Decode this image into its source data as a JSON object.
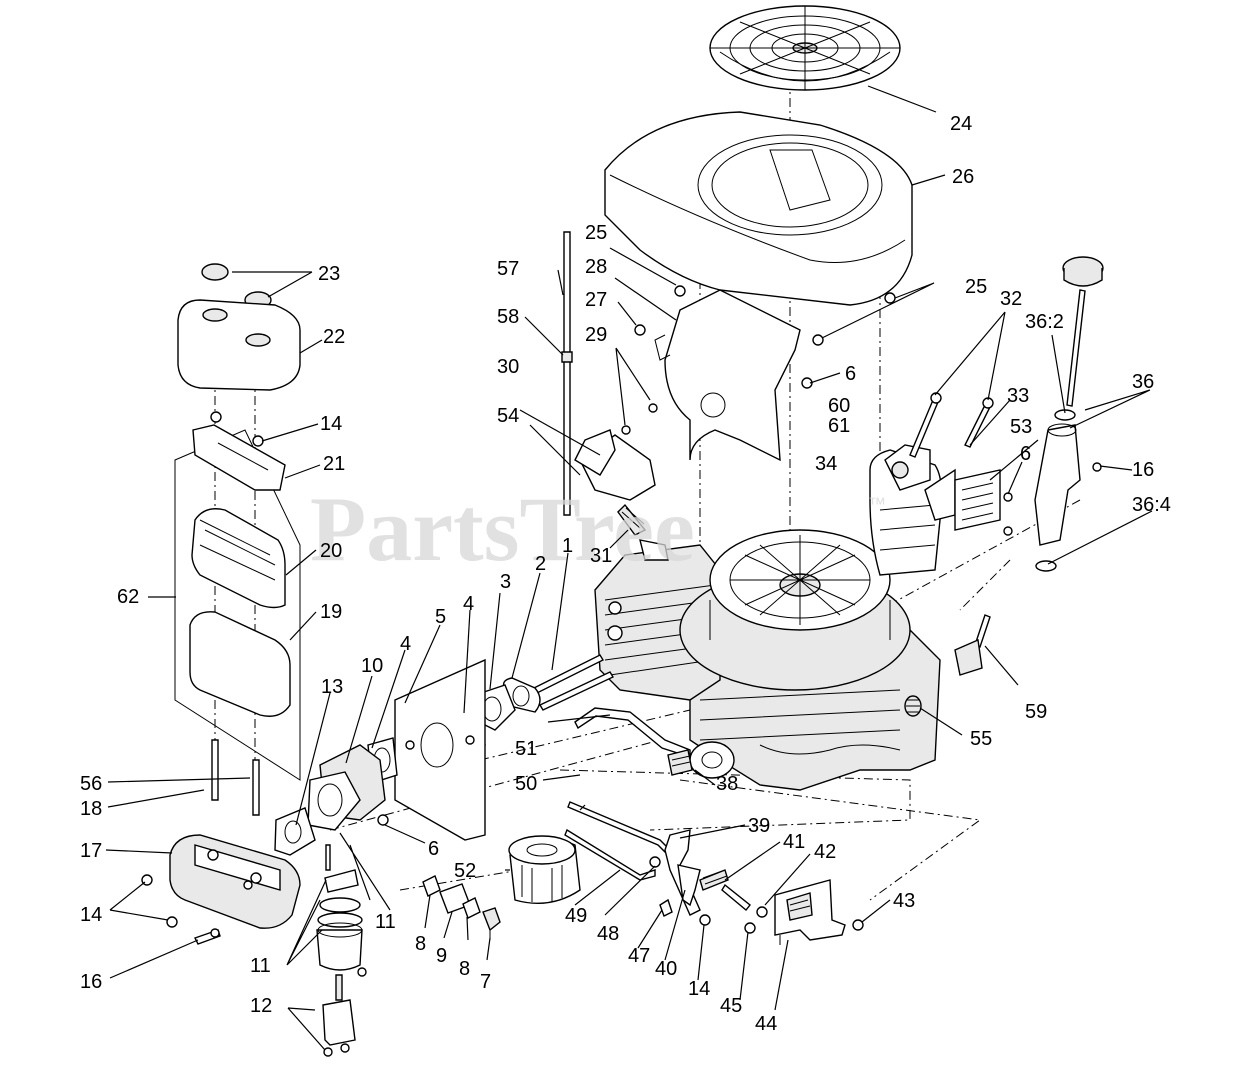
{
  "watermark": {
    "text": "PartsTree",
    "mark": "™"
  },
  "callouts": {
    "c1": "1",
    "c2": "2",
    "c3": "3",
    "c4a": "4",
    "c4b": "4",
    "c5": "5",
    "c6a": "6",
    "c6b": "6",
    "c6c": "6",
    "c7": "7",
    "c8a": "8",
    "c8b": "8",
    "c9": "9",
    "c10": "10",
    "c11a": "11",
    "c11b": "11",
    "c12": "12",
    "c13": "13",
    "c14a": "14",
    "c14b": "14",
    "c14c": "14",
    "c16a": "16",
    "c16b": "16",
    "c17": "17",
    "c18": "18",
    "c19": "19",
    "c20": "20",
    "c21": "21",
    "c22": "22",
    "c23": "23",
    "c24": "24",
    "c25a": "25",
    "c25b": "25",
    "c26": "26",
    "c27": "27",
    "c28": "28",
    "c29": "29",
    "c30": "30",
    "c31": "31",
    "c32": "32",
    "c33": "33",
    "c34": "34",
    "c36": "36",
    "c36_2": "36:2",
    "c36_4": "36:4",
    "c38": "38",
    "c39": "39",
    "c40": "40",
    "c41": "41",
    "c42": "42",
    "c43": "43",
    "c44": "44",
    "c45": "45",
    "c47": "47",
    "c48": "48",
    "c49": "49",
    "c50": "50",
    "c51": "51",
    "c52": "52",
    "c53": "53",
    "c54": "54",
    "c55": "55",
    "c56": "56",
    "c57": "57",
    "c58": "58",
    "c59": "59",
    "c60": "60",
    "c61": "61",
    "c62": "62"
  }
}
